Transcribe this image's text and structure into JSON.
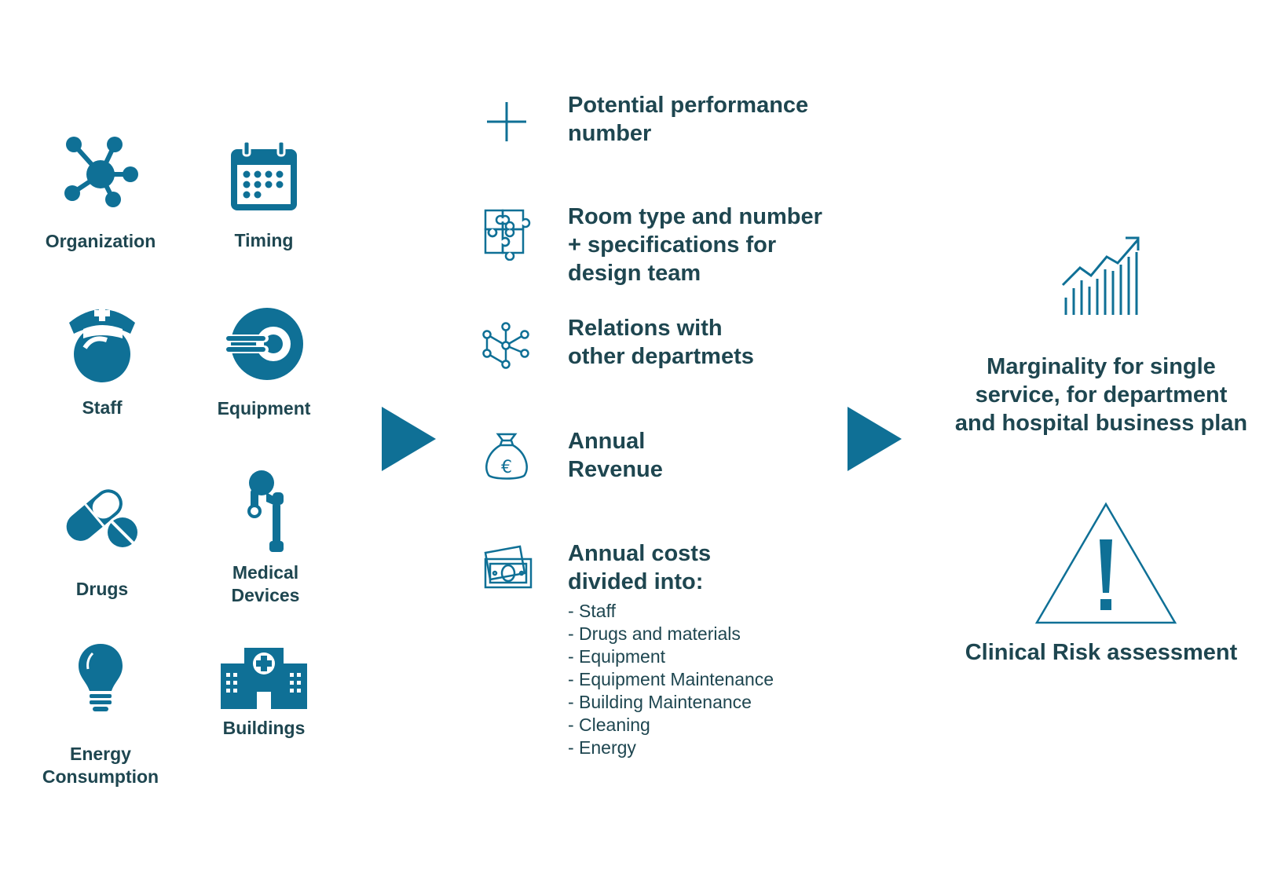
{
  "colors": {
    "accent": "#0f7096",
    "text": "#1e4650"
  },
  "inputs": [
    {
      "label": "Organization",
      "icon": "network-icon"
    },
    {
      "label": "Timing",
      "icon": "calendar-icon"
    },
    {
      "label": "Staff",
      "icon": "nurse-icon"
    },
    {
      "label": "Equipment",
      "icon": "ct-scanner-icon"
    },
    {
      "label": "Drugs",
      "icon": "pills-icon"
    },
    {
      "label": "Medical\nDevices",
      "icon": "femur-implant-icon"
    },
    {
      "label": "Energy\nConsumption",
      "icon": "lightbulb-icon"
    },
    {
      "label": "Buildings",
      "icon": "hospital-building-icon"
    }
  ],
  "outputs": [
    {
      "text": "Potential performance\nnumber",
      "icon": "plus-icon"
    },
    {
      "text": "Room type and number\n+ specifications for\ndesign team",
      "icon": "puzzle-icon"
    },
    {
      "text": "Relations with\nother departmets",
      "icon": "nodes-icon"
    },
    {
      "text": "Annual\nRevenue",
      "icon": "euro-money-bag-icon"
    },
    {
      "text": "Annual costs\ndivided into:",
      "icon": "banknotes-icon"
    }
  ],
  "cost_items": [
    "- Staff",
    "- Drugs and materials",
    "- Equipment",
    "- Equipment Maintenance",
    "- Building Maintenance",
    "- Cleaning",
    "- Energy"
  ],
  "results": {
    "marginality": "Marginality for single\nservice, for department\nand hospital business plan",
    "marginality_icon": "growth-chart-icon",
    "risk": "Clinical Risk assessment",
    "risk_icon": "warning-triangle-icon"
  }
}
